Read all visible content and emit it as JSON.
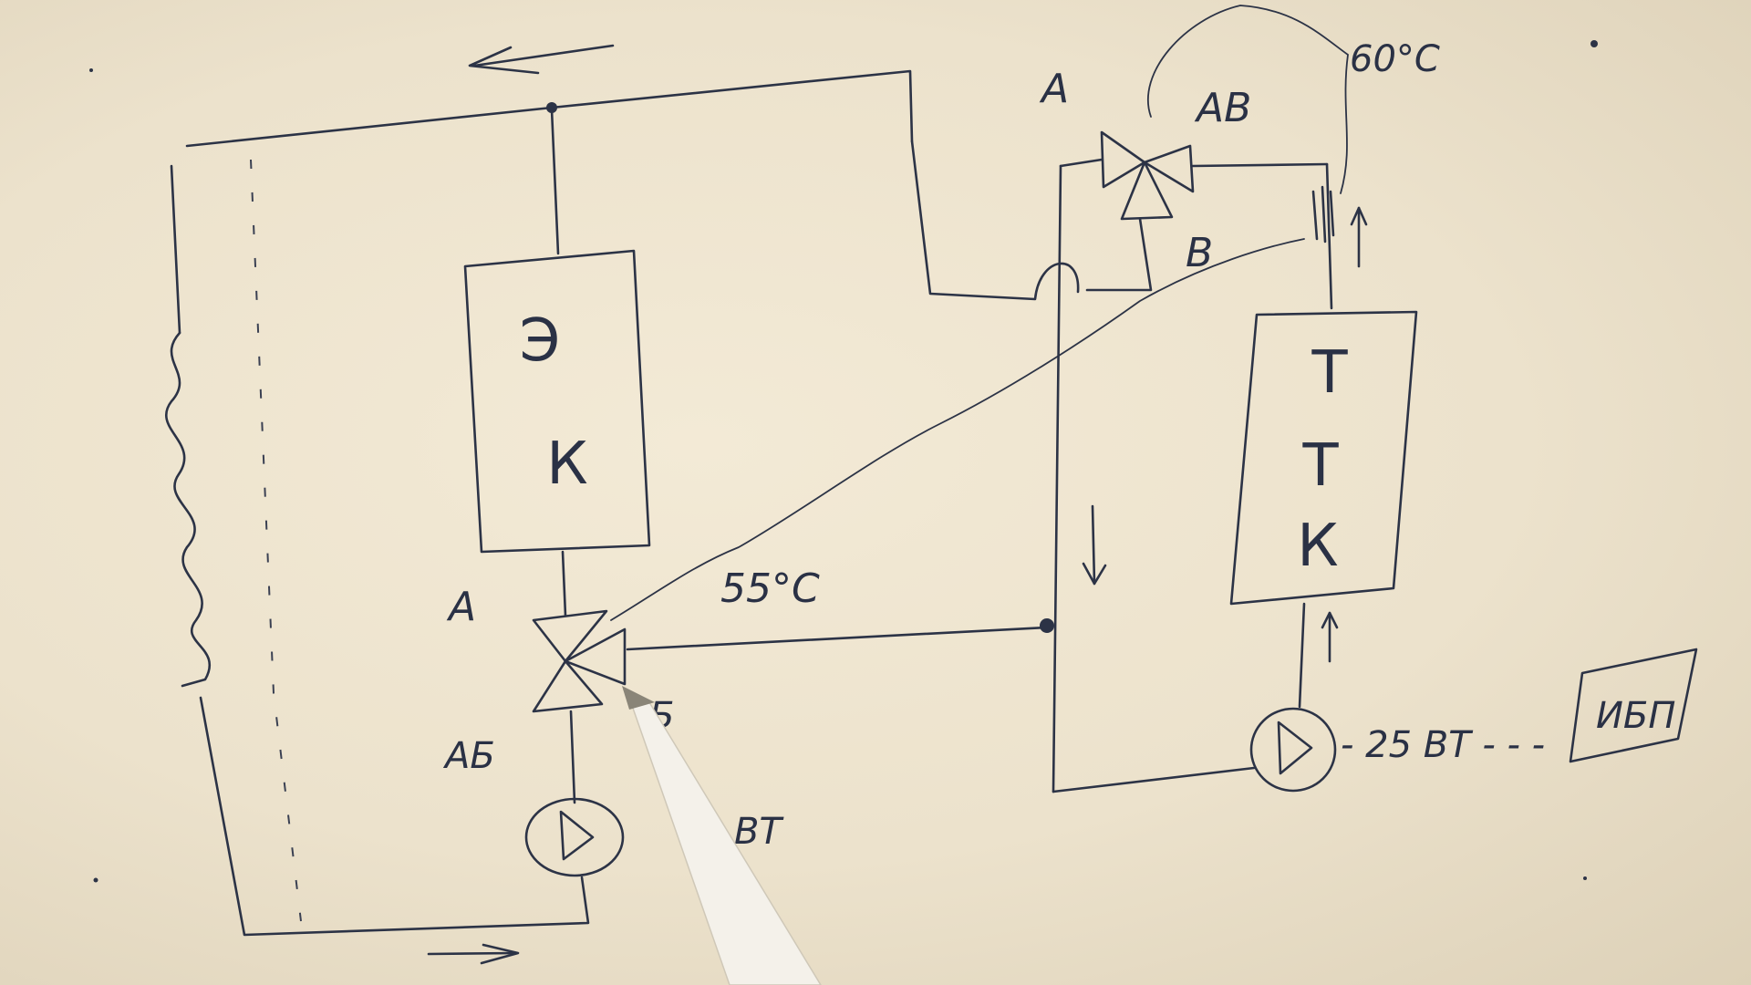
{
  "diagram": {
    "electric_boiler": {
      "letter_top": "Э",
      "letter_bottom": "К"
    },
    "solid_fuel_boiler": {
      "letters": [
        "Т",
        "Т",
        "К"
      ]
    },
    "ups_label": "ИБП",
    "valve_left": {
      "port_a": "A",
      "port_ab": "AБ",
      "port_b": "Б",
      "temperature": "55°C"
    },
    "valve_right": {
      "port_a": "A",
      "port_ab": "AB",
      "port_b": "B",
      "temperature": "60°C"
    },
    "pump_left_power": "ВТ",
    "pump_right_power": "- 25 ВТ - - -"
  },
  "colors": {
    "ink": "#2c3346",
    "paper": "#efe6d1"
  }
}
